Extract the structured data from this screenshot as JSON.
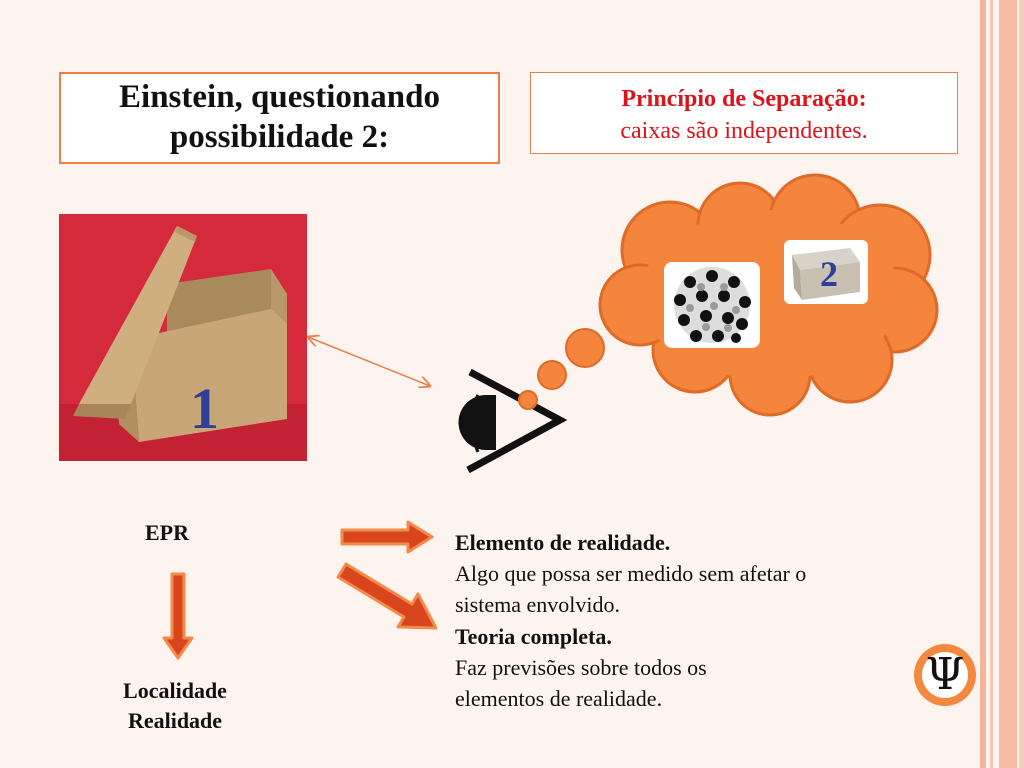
{
  "slide": {
    "title": "Einstein, questionando possibilidade 2:",
    "separation": {
      "heading": "Princípio de Separação:",
      "subtitle": "caixas são independentes."
    },
    "box1_number": "1",
    "box2_number": "2",
    "epr_label": "EPR",
    "locality_label_1": "Localidade",
    "locality_label_2": "Realidade",
    "element": {
      "heading": "Elemento de realidade.",
      "line1": "Algo que possa ser medido sem afetar o",
      "line2": "sistema envolvido."
    },
    "theory": {
      "heading": "Teoria completa.",
      "line1": "Faz previsões sobre todos os",
      "line2": "elementos de realidade."
    },
    "logo_symbol": "Ψ"
  },
  "colors": {
    "accent": "#f2893e",
    "border": "#e8804a",
    "red_text": "#d9141b",
    "number_blue": "#2e3f9a",
    "cloud": "#f5843c"
  },
  "icons": [
    "eye-icon",
    "psi-logo-icon",
    "arrow-icon",
    "thought-cloud"
  ]
}
